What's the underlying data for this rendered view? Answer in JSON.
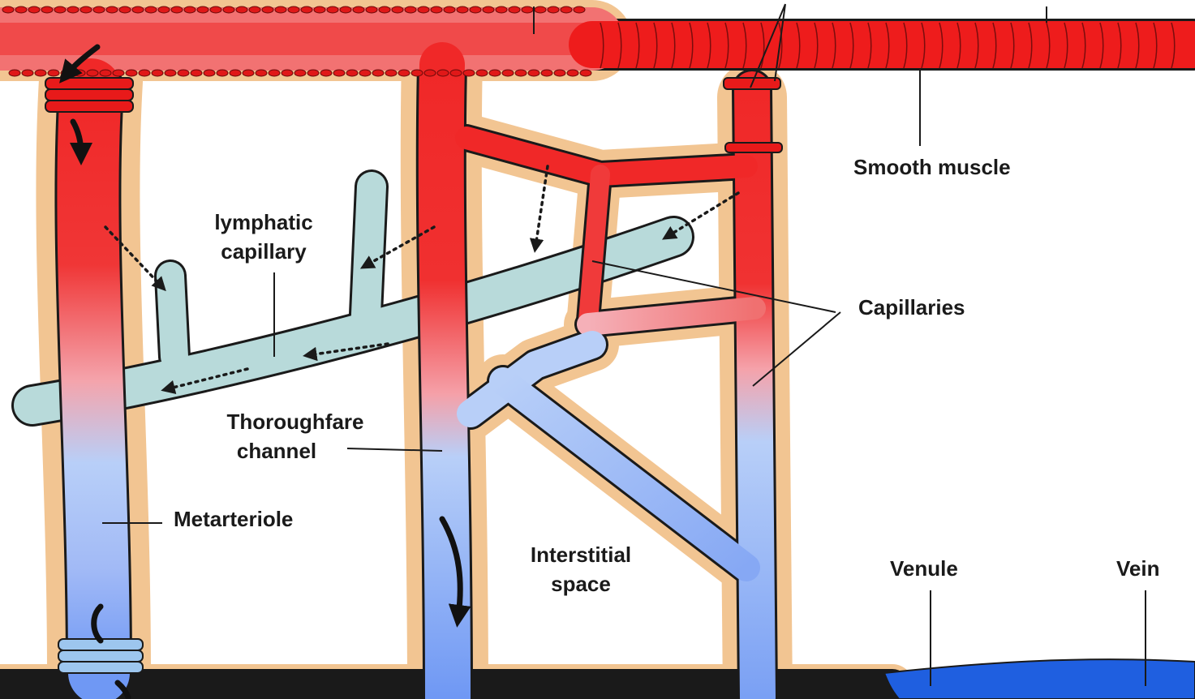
{
  "labels": {
    "smooth_muscle": "Smooth muscle",
    "lymphatic_capillary": [
      "lymphatic",
      "capillary"
    ],
    "capillaries": "Capillaries",
    "thoroughfare_channel": [
      "Thoroughfare",
      "channel"
    ],
    "metarteriole": "Metarteriole",
    "interstitial_space": [
      "Interstitial",
      "space"
    ],
    "venule": "Venule",
    "vein": "Vein"
  },
  "colors": {
    "arterial_red": "#f02828",
    "muscle_red": "#ee1c1c",
    "venous_blue": "#6f98f4",
    "light_blue": "#b8cff8",
    "vein_blue": "#1f5fe0",
    "lymph": "#b8dada",
    "tissue_tan": "#f2c592",
    "outline": "#1a1a1a"
  }
}
